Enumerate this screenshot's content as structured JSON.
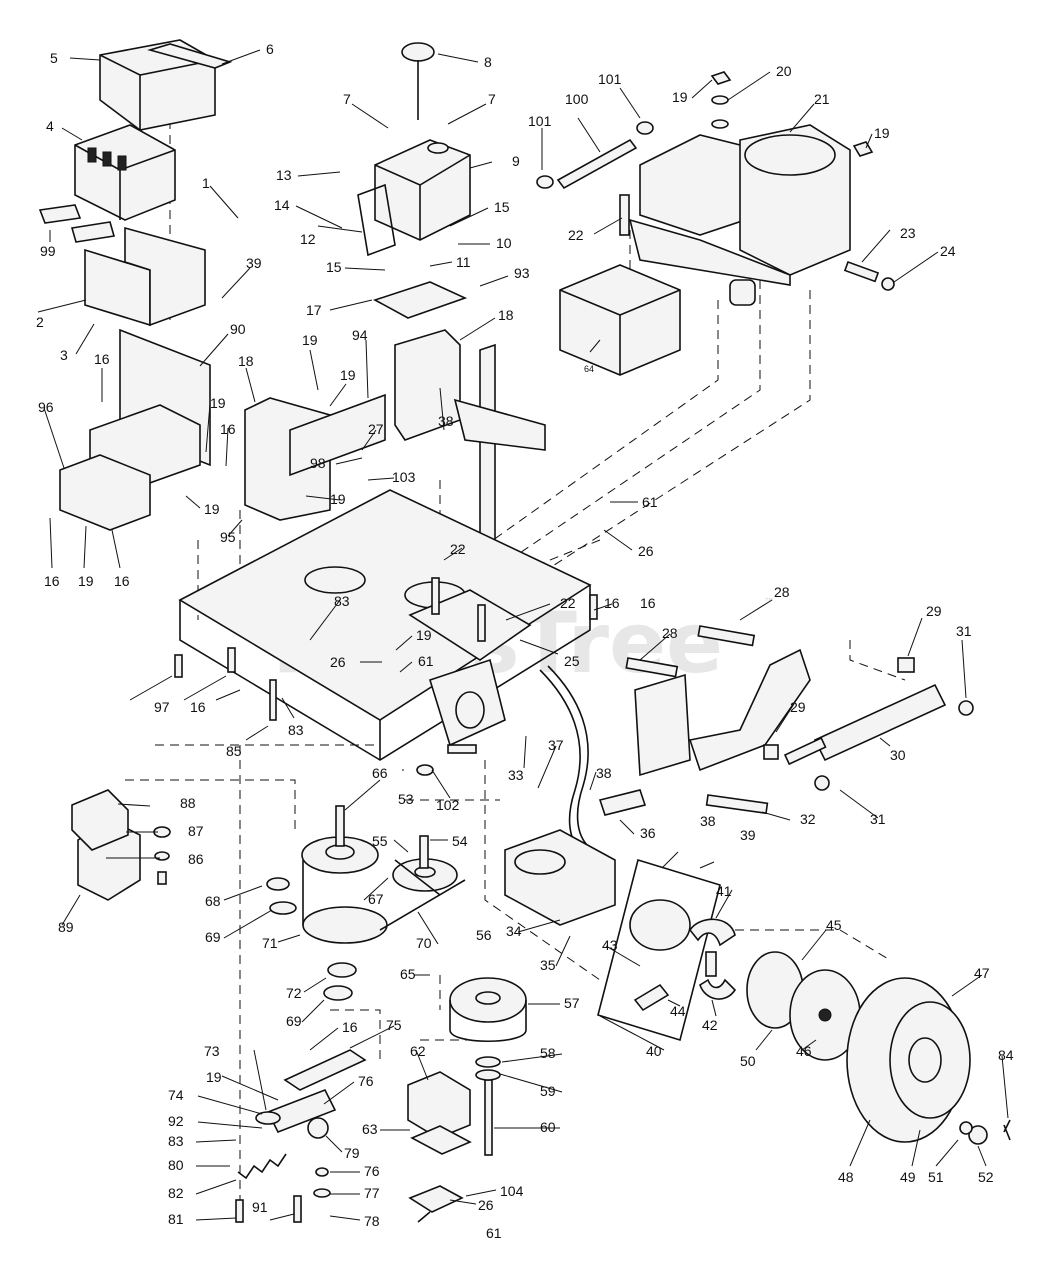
{
  "watermark": {
    "text": "PartsTree",
    "trademark": "™"
  },
  "callouts": [
    {
      "id": "p5",
      "label": "5"
    },
    {
      "id": "p6",
      "label": "6"
    },
    {
      "id": "p8",
      "label": "8"
    },
    {
      "id": "p101a",
      "label": "101"
    },
    {
      "id": "p19a",
      "label": "19"
    },
    {
      "id": "p20",
      "label": "20"
    },
    {
      "id": "p7a",
      "label": "7"
    },
    {
      "id": "p7b",
      "label": "7"
    },
    {
      "id": "p100",
      "label": "100"
    },
    {
      "id": "p21",
      "label": "21"
    },
    {
      "id": "p101b",
      "label": "101"
    },
    {
      "id": "p4",
      "label": "4"
    },
    {
      "id": "p19b",
      "label": "19"
    },
    {
      "id": "p9",
      "label": "9"
    },
    {
      "id": "p13",
      "label": "13"
    },
    {
      "id": "p1",
      "label": "1"
    },
    {
      "id": "p14",
      "label": "14"
    },
    {
      "id": "p15a",
      "label": "15"
    },
    {
      "id": "p22a",
      "label": "22"
    },
    {
      "id": "p10",
      "label": "10"
    },
    {
      "id": "p23",
      "label": "23"
    },
    {
      "id": "p24",
      "label": "24"
    },
    {
      "id": "p99",
      "label": "99"
    },
    {
      "id": "p12",
      "label": "12"
    },
    {
      "id": "p15b",
      "label": "15"
    },
    {
      "id": "p11",
      "label": "11"
    },
    {
      "id": "p39a",
      "label": "39"
    },
    {
      "id": "p93",
      "label": "93"
    },
    {
      "id": "p2",
      "label": "2"
    },
    {
      "id": "p17",
      "label": "17"
    },
    {
      "id": "p18a",
      "label": "18"
    },
    {
      "id": "p64",
      "label": "64"
    },
    {
      "id": "p3",
      "label": "3"
    },
    {
      "id": "p90",
      "label": "90"
    },
    {
      "id": "p94",
      "label": "94"
    },
    {
      "id": "p16a",
      "label": "16"
    },
    {
      "id": "p19c",
      "label": "19"
    },
    {
      "id": "p18b",
      "label": "18"
    },
    {
      "id": "p19d",
      "label": "19"
    },
    {
      "id": "p96",
      "label": "96"
    },
    {
      "id": "p19e",
      "label": "19"
    },
    {
      "id": "p16b",
      "label": "16"
    },
    {
      "id": "p38a",
      "label": "38"
    },
    {
      "id": "p27",
      "label": "27"
    },
    {
      "id": "p98",
      "label": "98"
    },
    {
      "id": "p103",
      "label": "103"
    },
    {
      "id": "p19f",
      "label": "19"
    },
    {
      "id": "p61a",
      "label": "61"
    },
    {
      "id": "p19g",
      "label": "19"
    },
    {
      "id": "p95",
      "label": "95"
    },
    {
      "id": "p26a",
      "label": "26"
    },
    {
      "id": "p22b",
      "label": "22"
    },
    {
      "id": "p16c",
      "label": "16"
    },
    {
      "id": "p19h",
      "label": "19"
    },
    {
      "id": "p16d",
      "label": "16"
    },
    {
      "id": "p83a",
      "label": "83"
    },
    {
      "id": "p22c",
      "label": "22"
    },
    {
      "id": "p16e",
      "label": "16"
    },
    {
      "id": "p28a",
      "label": "28"
    },
    {
      "id": "p29a",
      "label": "29"
    },
    {
      "id": "p31a",
      "label": "31"
    },
    {
      "id": "p28b",
      "label": "28"
    },
    {
      "id": "p19i",
      "label": "19"
    },
    {
      "id": "p26b",
      "label": "26"
    },
    {
      "id": "p61b",
      "label": "61"
    },
    {
      "id": "p25",
      "label": "25"
    },
    {
      "id": "p16f",
      "label": "16"
    },
    {
      "id": "p97",
      "label": "97"
    },
    {
      "id": "p16g",
      "label": "16"
    },
    {
      "id": "p83b",
      "label": "83"
    },
    {
      "id": "p29b",
      "label": "29"
    },
    {
      "id": "p85",
      "label": "85"
    },
    {
      "id": "p37",
      "label": "37"
    },
    {
      "id": "p38b",
      "label": "38"
    },
    {
      "id": "p33",
      "label": "33"
    },
    {
      "id": "p30",
      "label": "30"
    },
    {
      "id": "p66",
      "label": "66"
    },
    {
      "id": "p102",
      "label": "102"
    },
    {
      "id": "p88",
      "label": "88"
    },
    {
      "id": "p53",
      "label": "53"
    },
    {
      "id": "p87",
      "label": "87"
    },
    {
      "id": "p36",
      "label": "36"
    },
    {
      "id": "p32",
      "label": "32"
    },
    {
      "id": "p31b",
      "label": "31"
    },
    {
      "id": "p55",
      "label": "55"
    },
    {
      "id": "p54",
      "label": "54"
    },
    {
      "id": "p38c",
      "label": "38"
    },
    {
      "id": "p39b",
      "label": "39"
    },
    {
      "id": "p86",
      "label": "86"
    },
    {
      "id": "p41",
      "label": "41"
    },
    {
      "id": "p68",
      "label": "68"
    },
    {
      "id": "p67",
      "label": "67"
    },
    {
      "id": "p89",
      "label": "89"
    },
    {
      "id": "p69a",
      "label": "69"
    },
    {
      "id": "p34",
      "label": "34"
    },
    {
      "id": "p56",
      "label": "56"
    },
    {
      "id": "p45",
      "label": "45"
    },
    {
      "id": "p71",
      "label": "71"
    },
    {
      "id": "p70",
      "label": "70"
    },
    {
      "id": "p43",
      "label": "43"
    },
    {
      "id": "p35",
      "label": "35"
    },
    {
      "id": "p47",
      "label": "47"
    },
    {
      "id": "p72",
      "label": "72"
    },
    {
      "id": "p65",
      "label": "65"
    },
    {
      "id": "p57",
      "label": "57"
    },
    {
      "id": "p69b",
      "label": "69"
    },
    {
      "id": "p44",
      "label": "44"
    },
    {
      "id": "p42",
      "label": "42"
    },
    {
      "id": "p50",
      "label": "50"
    },
    {
      "id": "p16h",
      "label": "16"
    },
    {
      "id": "p75",
      "label": "75"
    },
    {
      "id": "p84",
      "label": "84"
    },
    {
      "id": "p73",
      "label": "73"
    },
    {
      "id": "p62",
      "label": "62"
    },
    {
      "id": "p58",
      "label": "58"
    },
    {
      "id": "p40",
      "label": "40"
    },
    {
      "id": "p46",
      "label": "46"
    },
    {
      "id": "p19j",
      "label": "19"
    },
    {
      "id": "p76a",
      "label": "76"
    },
    {
      "id": "p59",
      "label": "59"
    },
    {
      "id": "p74",
      "label": "74"
    },
    {
      "id": "p92",
      "label": "92"
    },
    {
      "id": "p63",
      "label": "63"
    },
    {
      "id": "p60",
      "label": "60"
    },
    {
      "id": "p83c",
      "label": "83"
    },
    {
      "id": "p79",
      "label": "79"
    },
    {
      "id": "p80",
      "label": "80"
    },
    {
      "id": "p76b",
      "label": "76"
    },
    {
      "id": "p82",
      "label": "82"
    },
    {
      "id": "p77",
      "label": "77"
    },
    {
      "id": "p104",
      "label": "104"
    },
    {
      "id": "p26c",
      "label": "26"
    },
    {
      "id": "p48",
      "label": "48"
    },
    {
      "id": "p49",
      "label": "49"
    },
    {
      "id": "p51",
      "label": "51"
    },
    {
      "id": "p52",
      "label": "52"
    },
    {
      "id": "p81",
      "label": "81"
    },
    {
      "id": "p91",
      "label": "91"
    },
    {
      "id": "p78",
      "label": "78"
    },
    {
      "id": "p61c",
      "label": "61"
    }
  ]
}
